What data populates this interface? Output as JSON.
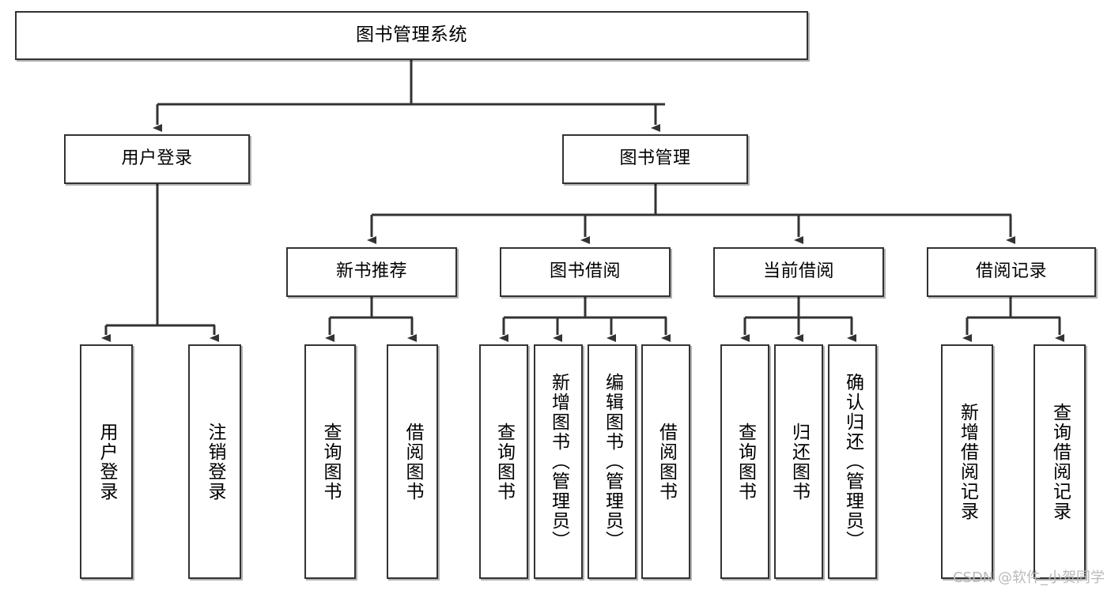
{
  "diagram": {
    "type": "tree",
    "title": "图书管理系统",
    "style": {
      "box_border": "#333333",
      "box_fill": "#ffffff",
      "edge_color": "#333333",
      "text_color": "#000000"
    },
    "nodes": {
      "root": {
        "label": "图书管理系统",
        "level": 1
      },
      "user_login": {
        "label": "用户登录",
        "level": 2
      },
      "book_manage": {
        "label": "图书管理",
        "level": 2
      },
      "new_book_rec": {
        "label": "新书推荐",
        "level": 3
      },
      "book_borrow": {
        "label": "图书借阅",
        "level": 3
      },
      "current_borrow": {
        "label": "当前借阅",
        "level": 3
      },
      "borrow_record": {
        "label": "借阅记录",
        "level": 3
      },
      "leaf_user_login": {
        "label": "用户登录",
        "level": 4
      },
      "leaf_logout": {
        "label": "注销登录",
        "level": 4
      },
      "leaf_query_book_1": {
        "label": "查询图书",
        "level": 4
      },
      "leaf_borrow_book_1": {
        "label": "借阅图书",
        "level": 4
      },
      "leaf_query_book_2": {
        "label": "查询图书",
        "level": 4
      },
      "leaf_add_book": {
        "label": "新增图书（管理员）",
        "level": 4
      },
      "leaf_edit_book": {
        "label": "编辑图书（管理员）",
        "level": 4
      },
      "leaf_borrow_book_2": {
        "label": "借阅图书",
        "level": 4
      },
      "leaf_query_book_3": {
        "label": "查询图书",
        "level": 4
      },
      "leaf_return_book": {
        "label": "归还图书",
        "level": 4
      },
      "leaf_confirm_return": {
        "label": "确认归还（管理员）",
        "level": 4
      },
      "leaf_add_record": {
        "label": "新增借阅记录",
        "level": 4
      },
      "leaf_query_record": {
        "label": "查询借阅记录",
        "level": 4
      }
    },
    "edges": [
      {
        "from": "root",
        "to": "user_login"
      },
      {
        "from": "root",
        "to": "book_manage"
      },
      {
        "from": "user_login",
        "to": "leaf_user_login"
      },
      {
        "from": "user_login",
        "to": "leaf_logout"
      },
      {
        "from": "book_manage",
        "to": "new_book_rec"
      },
      {
        "from": "book_manage",
        "to": "book_borrow"
      },
      {
        "from": "book_manage",
        "to": "current_borrow"
      },
      {
        "from": "book_manage",
        "to": "borrow_record"
      },
      {
        "from": "new_book_rec",
        "to": "leaf_query_book_1"
      },
      {
        "from": "new_book_rec",
        "to": "leaf_borrow_book_1"
      },
      {
        "from": "book_borrow",
        "to": "leaf_query_book_2"
      },
      {
        "from": "book_borrow",
        "to": "leaf_add_book"
      },
      {
        "from": "book_borrow",
        "to": "leaf_edit_book"
      },
      {
        "from": "book_borrow",
        "to": "leaf_borrow_book_2"
      },
      {
        "from": "current_borrow",
        "to": "leaf_query_book_3"
      },
      {
        "from": "current_borrow",
        "to": "leaf_return_book"
      },
      {
        "from": "current_borrow",
        "to": "leaf_confirm_return"
      },
      {
        "from": "borrow_record",
        "to": "leaf_add_record"
      },
      {
        "from": "borrow_record",
        "to": "leaf_query_record"
      }
    ]
  },
  "watermark": {
    "text": "CSDN @软件_小贺同学"
  }
}
